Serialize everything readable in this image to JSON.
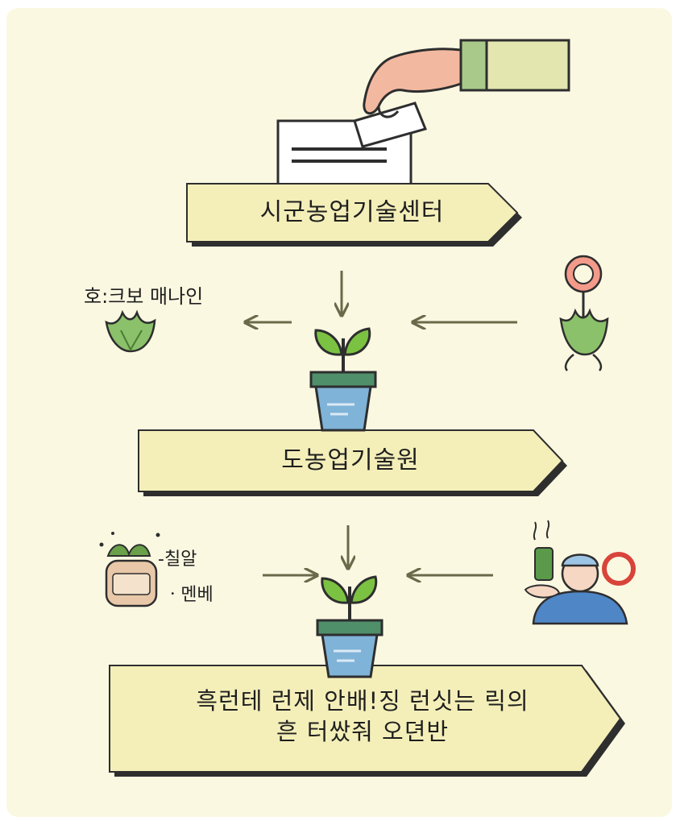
{
  "banners": [
    {
      "label": "시군농업기술센터"
    },
    {
      "label": "도농업기술원"
    },
    {
      "line1": "흑런테 런제 안배!징 런싯는 릭의",
      "line2": "흔 터쌌줘 오뎐반"
    }
  ],
  "side_labels": {
    "top_left": "호:크보 매나인",
    "mid_left_1": "-칠알",
    "mid_left_2": "ㆍ멘베"
  },
  "colors": {
    "background": "#fbf8e2",
    "banner": "#f4efb9",
    "banner_shadow": "#2e2e2e",
    "arrow": "#6a6a4a",
    "leaf": "#7cc242",
    "pot": "#7fb3d8",
    "pot_rim": "#4f8f6a"
  },
  "icons": [
    "hand-ballot-icon",
    "plant-pot-icon",
    "leaf-bundle-icon",
    "flower-icon",
    "herb-basket-icon",
    "farmer-icon"
  ]
}
